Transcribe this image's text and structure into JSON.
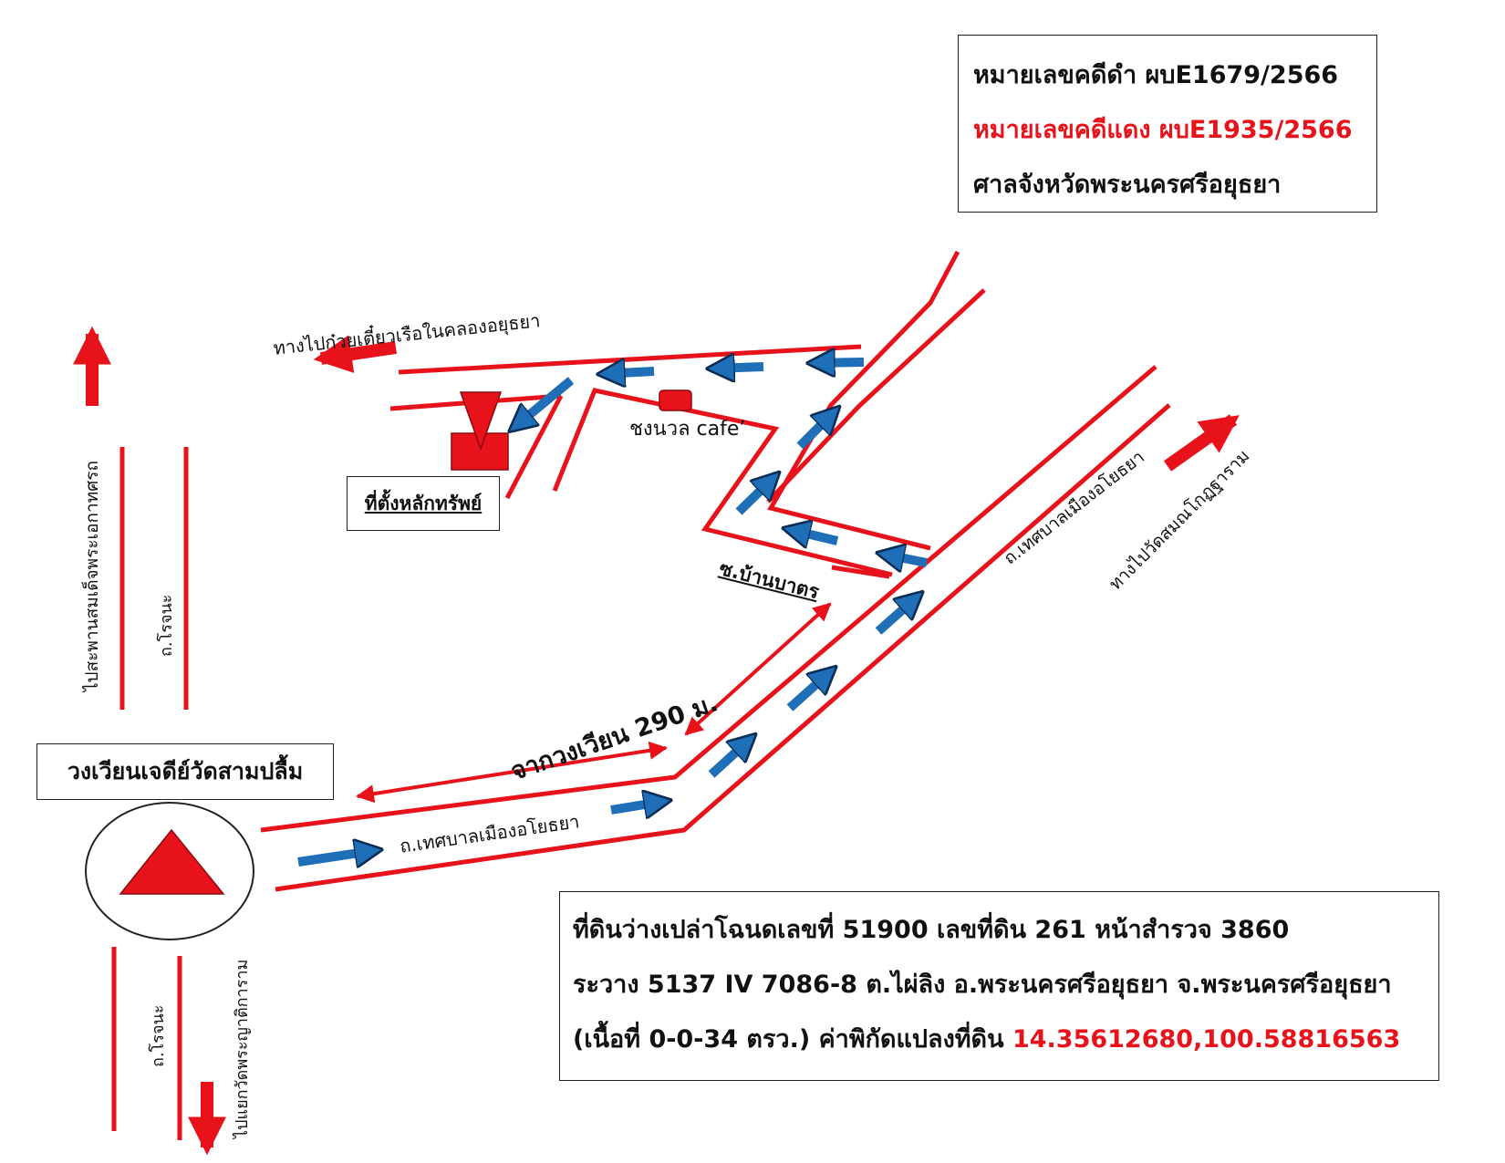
{
  "case_box": {
    "black_case": "หมายเลขคดีดำ ผบE1679/2566",
    "red_case": "หมายเลขคดีแดง ผบE1935/2566",
    "court": "ศาลจังหวัดพระนครศรีอยุธยา"
  },
  "property_info": {
    "line1": "ที่ดินว่างเปล่าโฉนดเลขที่ 51900 เลขที่ดิน 261 หน้าสำรวจ 3860",
    "line2": "ระวาง 5137 IV 7086-8 ต.ไผ่ลิง อ.พระนครศรีอยุธยา จ.พระนครศรีอยุธยา",
    "line3_prefix": "(เนื้อที่ 0-0-34 ตรว.) ค่าพิกัดแปลงที่ดิน ",
    "coordinates": "14.35612680,100.58816563"
  },
  "landmarks": {
    "roundabout": "วงเวียนเจดีย์วัดสามปลื้ม",
    "property_location": "ที่ตั้งหลักทรัพย์",
    "cafe": "ชงนวล cafe’"
  },
  "road_labels": {
    "thesaban_lower": "ถ.เทศบาลเมืองอโยธยา",
    "thesaban_upper": "ถ.เทศบาลเมืองอโยธยา",
    "soi_ban_bat": "ซ.บ้านบาตร",
    "rojana_upper": "ถ.โรจนะ",
    "rojana_lower": "ถ.โรจนะ",
    "distance": "จากวงเวียน 290 ม."
  },
  "direction_labels": {
    "to_noodle_boat": "ทางไปก๋วยเตี๋ยวเรือในคลองอยุธยา",
    "to_bridge": "ไปสะพานสมเด็จพระเอกาทศรถ",
    "to_wat_samanakot": "ทางไปวัดสมณโกฏฐาราม",
    "to_wat_pradu": "ไปแยกวัดพระญาติการาม"
  },
  "colors": {
    "road": "#e8121b",
    "route_arrow": "#1f6fb8",
    "direction_arrow": "#e8121b",
    "marker": "#e8121b"
  },
  "icons": {
    "roundabout_marker": "red-triangle-icon",
    "property_marker": "red-pin-icon",
    "route_arrow": "blue-arrow-icon",
    "direction_arrow": "red-arrow-icon"
  }
}
